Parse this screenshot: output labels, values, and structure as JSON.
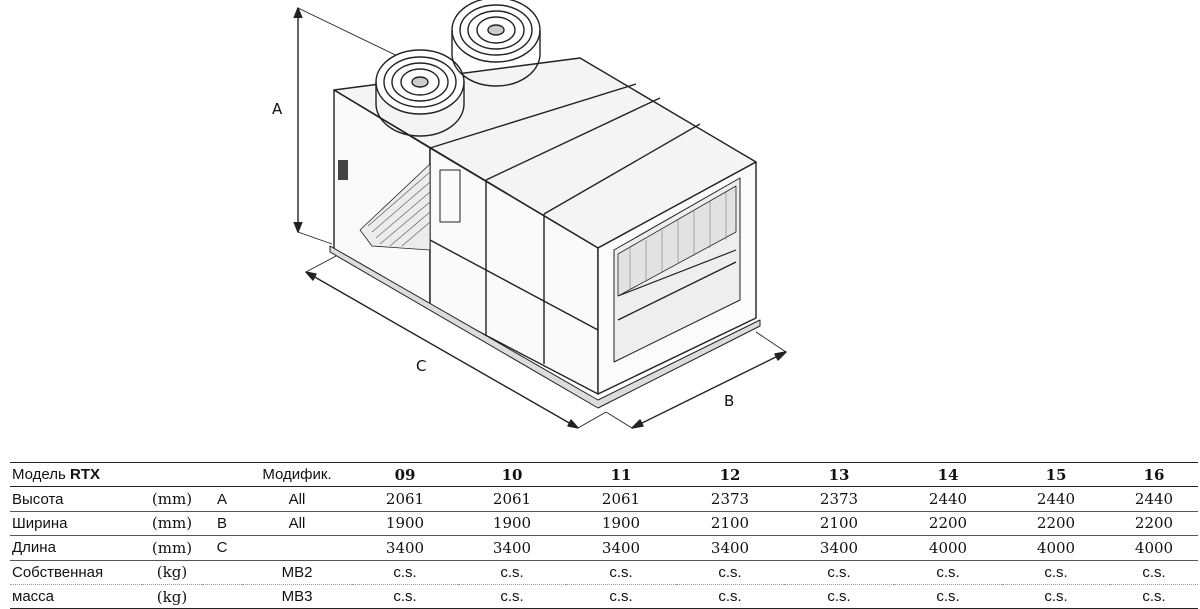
{
  "drawing": {
    "dim_a": "A",
    "dim_b": "B",
    "dim_c": "C"
  },
  "table": {
    "header": {
      "model_prefix": "Модель",
      "model_name": "RTX",
      "modif_label": "Модифик.",
      "columns": [
        "09",
        "10",
        "11",
        "12",
        "13",
        "14",
        "15",
        "16"
      ]
    },
    "rows": [
      {
        "label": "Высота",
        "unit": "(mm)",
        "symbol": "A",
        "modif": "All",
        "values": [
          "2061",
          "2061",
          "2061",
          "2373",
          "2373",
          "2440",
          "2440",
          "2440"
        ]
      },
      {
        "label": "Ширина",
        "unit": "(mm)",
        "symbol": "B",
        "modif": "All",
        "values": [
          "1900",
          "1900",
          "1900",
          "2100",
          "2100",
          "2200",
          "2200",
          "2200"
        ]
      },
      {
        "label": "Длина",
        "unit": "(mm)",
        "symbol": "C",
        "modif": "",
        "values": [
          "3400",
          "3400",
          "3400",
          "3400",
          "3400",
          "4000",
          "4000",
          "4000"
        ]
      },
      {
        "label": "Собственная",
        "unit": "(kg)",
        "symbol": "",
        "modif": "MB2",
        "values": [
          "c.s.",
          "c.s.",
          "c.s.",
          "c.s.",
          "c.s.",
          "c.s.",
          "c.s.",
          "c.s."
        ]
      },
      {
        "label": "масса",
        "unit": "(kg)",
        "symbol": "",
        "modif": "MB3",
        "values": [
          "c.s.",
          "c.s.",
          "c.s.",
          "c.s.",
          "c.s.",
          "c.s.",
          "c.s.",
          "c.s."
        ]
      }
    ]
  }
}
